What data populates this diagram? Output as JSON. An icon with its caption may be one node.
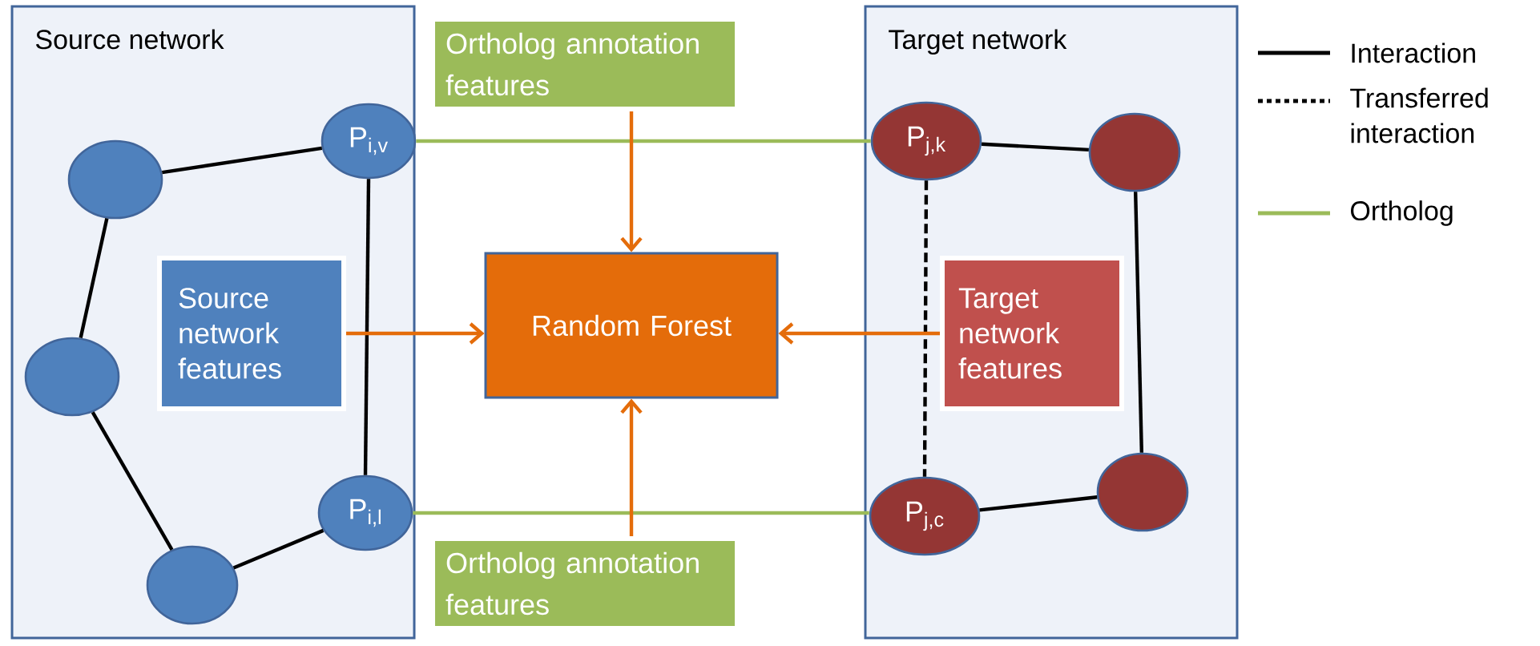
{
  "diagram": {
    "nodes": [
      {
        "text": [
          "Source network"
        ]
      },
      {
        "text": [
          "P$_{i,v}$"
        ],
        "in": 0
      },
      {
        "text": [],
        "shape": "ellipse",
        "in": 0
      },
      {
        "text": [],
        "shape": "ellipse",
        "in": 0
      },
      {
        "text": [],
        "shape": "ellipse",
        "in": 0
      },
      {
        "text": [
          "P$_{i,l}$"
        ],
        "in": 0
      },
      {
        "text": [
          "Source network features"
        ],
        "in": 0
      },
      {
        "text": [
          "Target network"
        ]
      },
      {
        "text": [
          "P$_{j,k}$"
        ],
        "in": 7
      },
      {
        "text": [],
        "shape": "ellipse",
        "in": 7
      },
      {
        "text": [
          "Target network features"
        ],
        "in": 7
      },
      {
        "text": [],
        "shape": "ellipse",
        "in": 7
      },
      {
        "text": [
          "P$_{j,c}$"
        ],
        "in": 7
      },
      {
        "text": [
          "Ortholog annotation features"
        ]
      },
      {
        "text": [
          "Random Forest"
        ]
      },
      {
        "text": [
          "Ortholog annotation features"
        ]
      }
    ],
    "edges": [
      {
        "from": 2,
        "to": 1,
        "arrow": "none"
      },
      {
        "from": 2,
        "to": 3,
        "arrow": "none"
      },
      {
        "from": 3,
        "to": 4,
        "arrow": "none"
      },
      {
        "from": 4,
        "to": 5,
        "arrow": "none"
      },
      {
        "from": 1,
        "to": 5,
        "arrow": "none"
      },
      {
        "from": 8,
        "to": 9,
        "arrow": "none"
      },
      {
        "from": 9,
        "to": 11,
        "arrow": "none"
      },
      {
        "from": 11,
        "to": 12,
        "arrow": "none"
      },
      {
        "from": 8,
        "to": 12,
        "arrow": "none",
        "style": "dashed"
      },
      {
        "from": 1,
        "to": 8,
        "arrow": "none",
        "color": "#9bbb59"
      },
      {
        "from": 5,
        "to": 12,
        "arrow": "none",
        "color": "#9bbb59"
      },
      {
        "from": 13,
        "to": 14,
        "arrow": "to",
        "color": "#e46c0a"
      },
      {
        "from": 15,
        "to": 14,
        "arrow": "to",
        "color": "#e46c0a"
      },
      {
        "from": 6,
        "to": 14,
        "arrow": "to",
        "color": "#e46c0a"
      },
      {
        "from": 10,
        "to": 14,
        "arrow": "to",
        "color": "#e46c0a"
      }
    ],
    "legend": [
      {
        "text": "Interaction"
      },
      {
        "text": "Transferred interaction"
      },
      {
        "text": "Ortholog"
      }
    ]
  }
}
